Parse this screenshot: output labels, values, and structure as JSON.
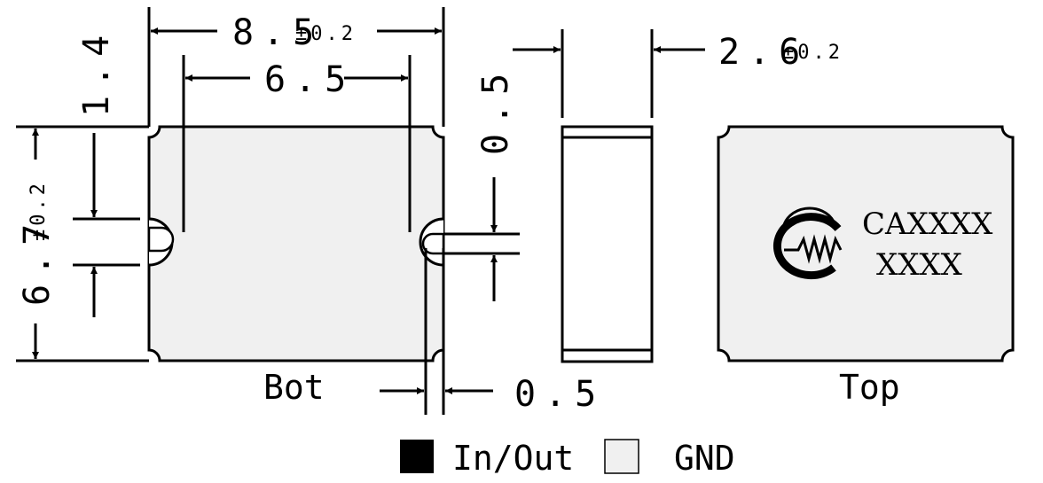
{
  "views": {
    "bottom_label": "Bot",
    "top_label": "Top"
  },
  "dimensions": {
    "length": {
      "value": "8.5",
      "tol": "±0.2"
    },
    "pin_pitch": {
      "value": "6.5"
    },
    "width": {
      "value": "6.7",
      "tol": "±0.2"
    },
    "pin_offset": {
      "value": "1.4"
    },
    "thickness": {
      "value": "2.6",
      "tol": "±0.2"
    },
    "pin_slot_height": {
      "value": "0.5"
    },
    "pin_slot_width": {
      "value": "0.5"
    }
  },
  "marking": {
    "line1": "CAXXXX",
    "line2": "XXXX",
    "logo": "company-logo"
  },
  "legend": {
    "items": [
      {
        "label": "In/Out",
        "color": "#000000"
      },
      {
        "label": "GND",
        "color": "#f0f0f0"
      }
    ]
  },
  "colors": {
    "body_fill": "#f0f0f0",
    "stroke": "#000000"
  }
}
